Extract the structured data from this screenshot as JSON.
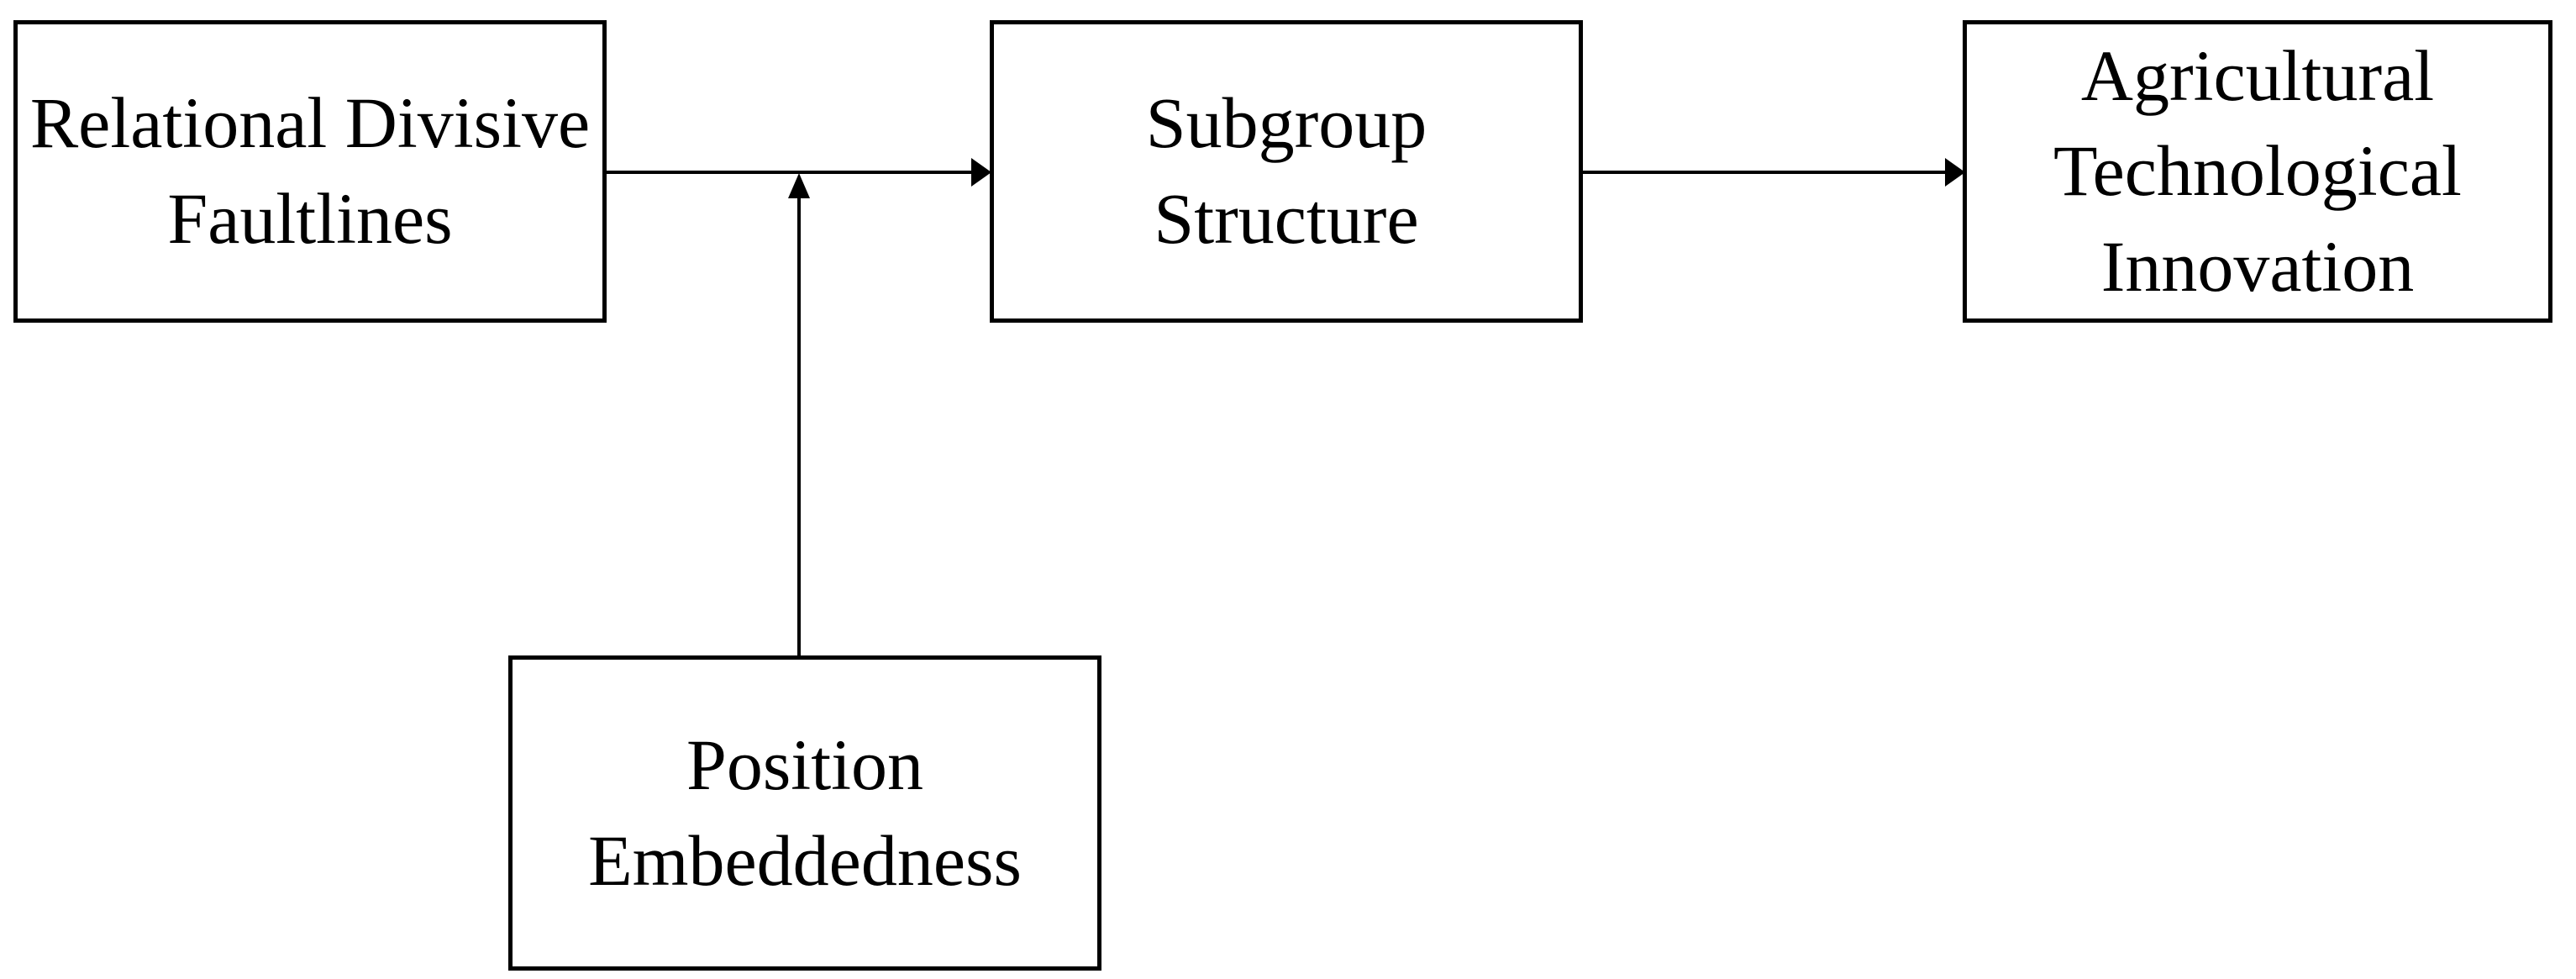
{
  "figure": {
    "type": "path-diagram",
    "background_color": "#ffffff",
    "line_color": "#000000",
    "text_color": "#000000",
    "nodes": [
      {
        "id": "relational-divisive-faultlines",
        "label": "Relational Divisive\nFaultlines"
      },
      {
        "id": "subgroup-structure",
        "label": "Subgroup\nStructure"
      },
      {
        "id": "agricultural-technological-innovation",
        "label": "Agricultural\nTechnological\nInnovation"
      },
      {
        "id": "position-embeddedness",
        "label": "Position\nEmbeddedness"
      }
    ],
    "edges": [
      {
        "from": "Relational Divisive Faultlines",
        "to": "Subgroup Structure",
        "style": "solid",
        "arrowhead": "filled-right"
      },
      {
        "from": "Subgroup Structure",
        "to": "Agricultural Technological Innovation",
        "style": "solid",
        "arrowhead": "filled-right"
      },
      {
        "from": "Position Embeddedness",
        "to": "arrow between Relational Divisive Faultlines and Subgroup Structure",
        "style": "solid",
        "arrowhead": "filled-up"
      }
    ]
  }
}
